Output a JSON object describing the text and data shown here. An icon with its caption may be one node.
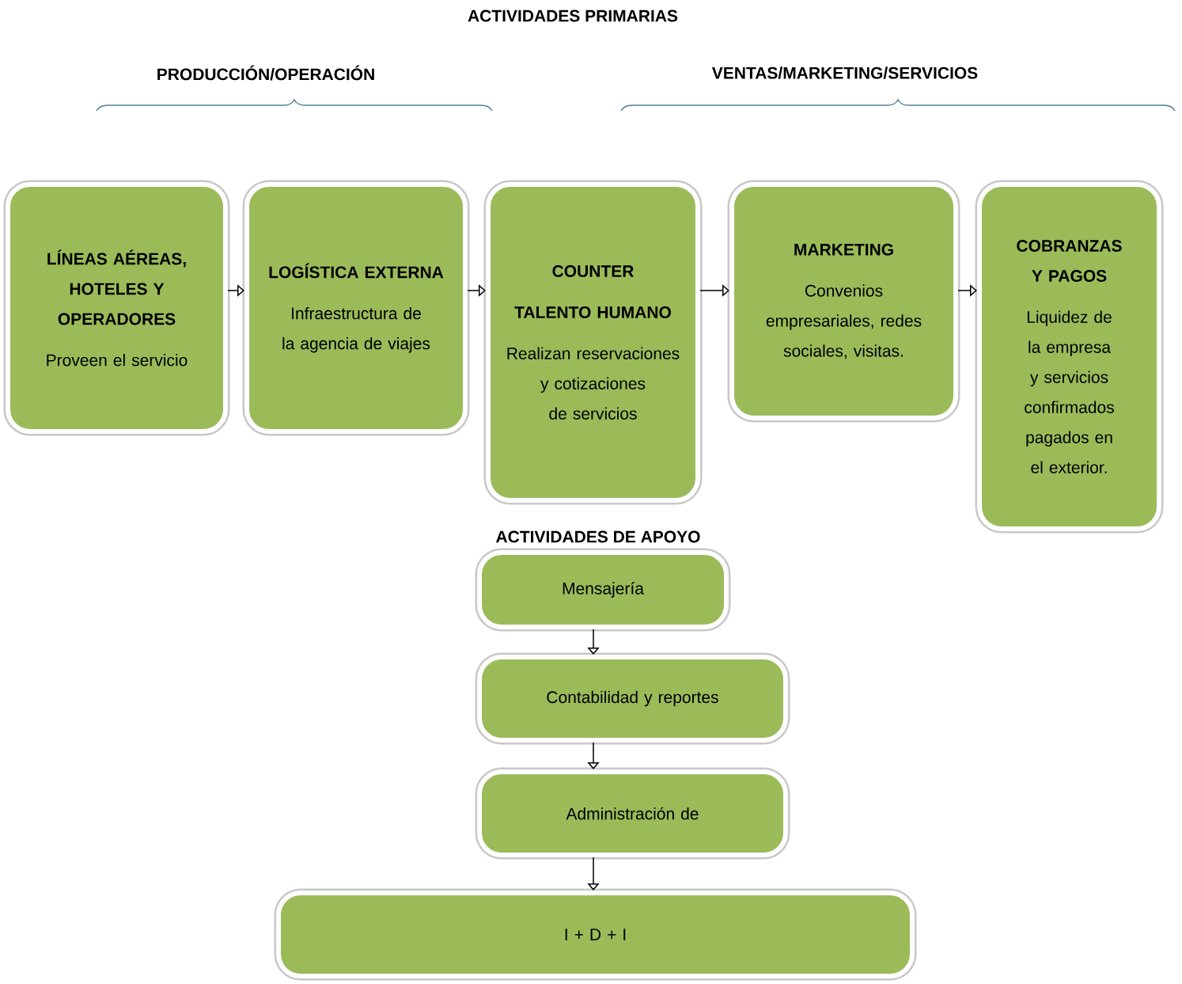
{
  "diagram": {
    "title": "ACTIVIDADES PRIMARIAS",
    "nodes": [
      {
        "text": [
          "LÍNEAS AÉREAS, HOTELES Y OPERADORES",
          "Proveen el servicio"
        ]
      },
      {
        "text": [
          "LOGÍSTICA EXTERNA",
          "Infraestructura de la agencia de viajes"
        ]
      },
      {
        "text": [
          "COUNTER",
          "TALENTO HUMANO",
          "Realizan reservaciones y cotizaciones de servicios"
        ]
      },
      {
        "text": [
          "MARKETING",
          "Convenios empresariales, redes sociales, visitas."
        ]
      },
      {
        "text": [
          "COBRANZAS Y PAGOS",
          "Liquidez de la empresa y servicios confirmados pagados en el exterior."
        ]
      },
      {
        "text": [
          "Mensajería"
        ]
      },
      {
        "text": [
          "Contabilidad y reportes"
        ]
      },
      {
        "text": [
          "Administración de"
        ]
      },
      {
        "text": [
          "I + D + I"
        ]
      }
    ],
    "edges": [
      {
        "from": 0,
        "to": 1,
        "arrow": "to"
      },
      {
        "from": 1,
        "to": 2,
        "arrow": "to"
      },
      {
        "from": 2,
        "to": 3,
        "arrow": "to"
      },
      {
        "from": 3,
        "to": 4,
        "arrow": "to"
      },
      {
        "from": 5,
        "to": 6,
        "arrow": "to"
      },
      {
        "from": 6,
        "to": 7,
        "arrow": "to"
      },
      {
        "from": 7,
        "to": 8,
        "arrow": "to"
      }
    ],
    "labels": [
      "PRODUCCIÓN/OPERACIÓN",
      "VENTAS/MARKETING/SERVICIOS",
      "ACTIVIDADES DE APOYO"
    ]
  }
}
